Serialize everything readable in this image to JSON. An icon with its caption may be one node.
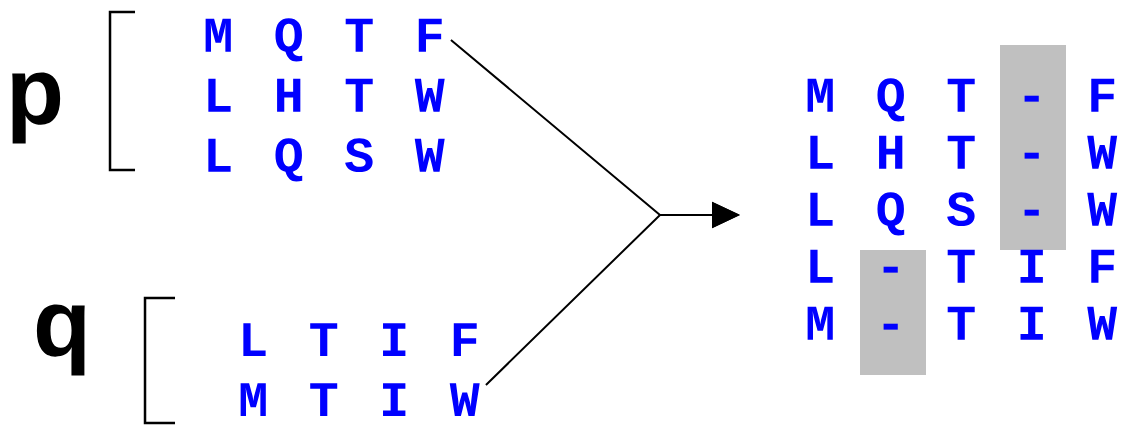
{
  "diagram": {
    "nodes": [
      {
        "text": [
          "p",
          "M Q T F",
          "L H T W",
          "L Q S W"
        ]
      },
      {
        "text": [
          "q",
          "L T I F",
          "M T I W"
        ]
      },
      {
        "text": [
          "M Q T - F",
          "L H T - W",
          "L Q S - W",
          "L - T I F",
          "M - T I W"
        ]
      }
    ],
    "edges": [
      {
        "from": 0,
        "to": 2,
        "arrow": "to"
      },
      {
        "from": 1,
        "to": 2,
        "arrow": "to"
      }
    ]
  }
}
